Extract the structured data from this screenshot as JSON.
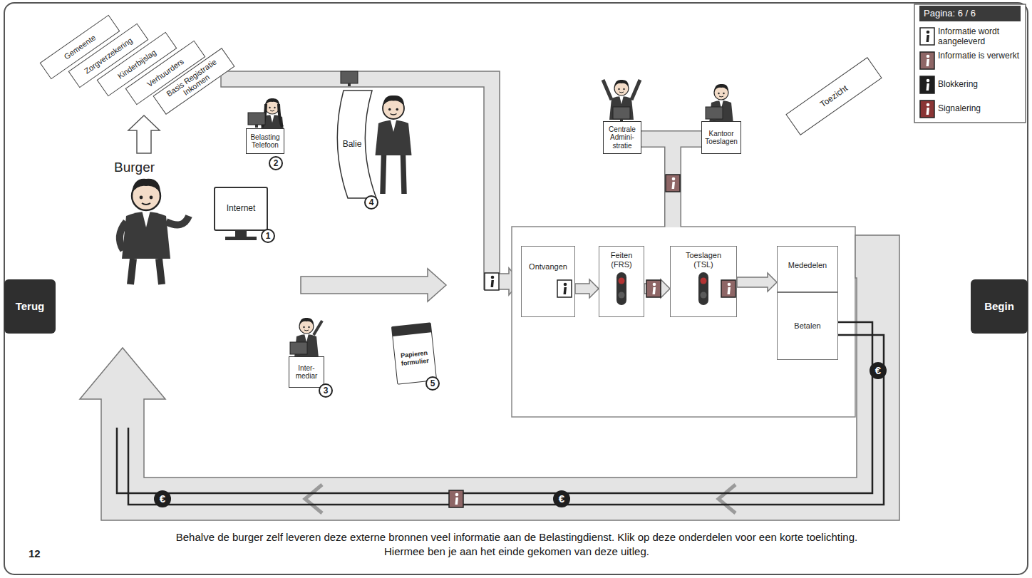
{
  "diagram": {
    "caption": "Behalve de burger zelf leveren deze externe bronnen veel informatie aan de Belastingdienst. Klik op deze onderdelen voor een korte toelichting. Hiermee ben je aan het einde gekomen van deze uitleg.",
    "nodes": [
      {
        "text": [
          "Gemeente"
        ]
      },
      {
        "text": [
          "Zorgverzekering"
        ]
      },
      {
        "text": [
          "Kinderbijslag"
        ]
      },
      {
        "text": [
          "Verhuurders"
        ]
      },
      {
        "text": [
          "Basis Registratie Inkomen"
        ]
      },
      {
        "text": [
          "Terug"
        ]
      },
      {
        "text": [
          "Belasting Telefoon"
        ]
      },
      {
        "text": [
          "Internet"
        ]
      },
      {
        "text": [
          "Balie"
        ]
      },
      {
        "text": [
          "Inter-mediar"
        ]
      },
      {
        "text": [
          "Papieren formulier"
        ]
      },
      {
        "text": [
          "Centrale Admini-stratie"
        ]
      },
      {
        "text": [
          "Kantoor Toeslagen"
        ]
      },
      {
        "text": [
          "Toezicht"
        ]
      },
      {
        "text": [
          "Ontvangen"
        ]
      },
      {
        "text": [
          "Feiten (FRS)"
        ]
      },
      {
        "text": [
          "Toeslagen (TSL)"
        ]
      },
      {
        "text": [
          "Mededelen"
        ]
      },
      {
        "text": [
          "Betalen"
        ]
      },
      {
        "text": [
          "Begin"
        ]
      }
    ],
    "edges": [
      {
        "from": 14,
        "to": 15,
        "arrow": "to"
      },
      {
        "from": 15,
        "to": 16,
        "arrow": "to"
      },
      {
        "from": 16,
        "to": 17,
        "arrow": "to"
      }
    ],
    "labels": [
      "Burger",
      "1",
      "2",
      "3",
      "4",
      "5",
      "Pagina: 6 / 6",
      "€",
      "€",
      "€",
      "12"
    ],
    "legend": [
      {
        "text": "Informatie wordt aangeleverd",
        "color": "#ffffff"
      },
      {
        "text": "Informatie is verwerkt",
        "color": "#8e6666"
      },
      {
        "text": "Blokkering",
        "color": "#1e1e1e"
      },
      {
        "text": "Signalering",
        "color": "#8a3535"
      }
    ]
  }
}
